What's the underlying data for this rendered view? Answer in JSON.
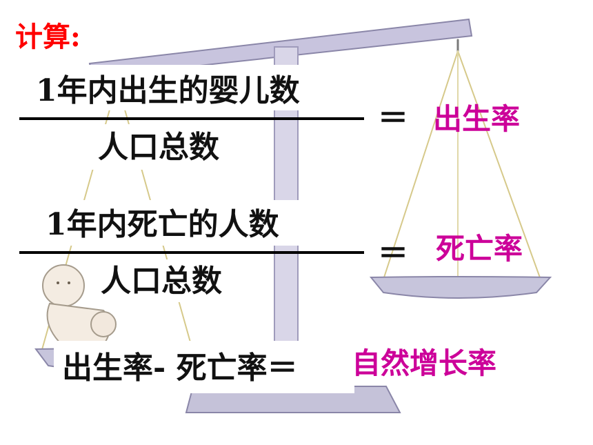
{
  "title": "计算:",
  "colors": {
    "title": "#ff0000",
    "result": "#cc0099",
    "text": "#111111"
  },
  "formula1": {
    "numerator": "1年内出生的婴儿数",
    "denominator": "人口总数",
    "equals": "＝",
    "result": "出生率"
  },
  "formula2": {
    "numerator": "1年内死亡的人数",
    "denominator": "人口总数",
    "equals": "＝",
    "result": "死亡率"
  },
  "formula3": {
    "left": "出生率- 死亡率＝",
    "result": "自然增长率"
  },
  "background": {
    "illustration": "balance-scale-with-baby"
  }
}
